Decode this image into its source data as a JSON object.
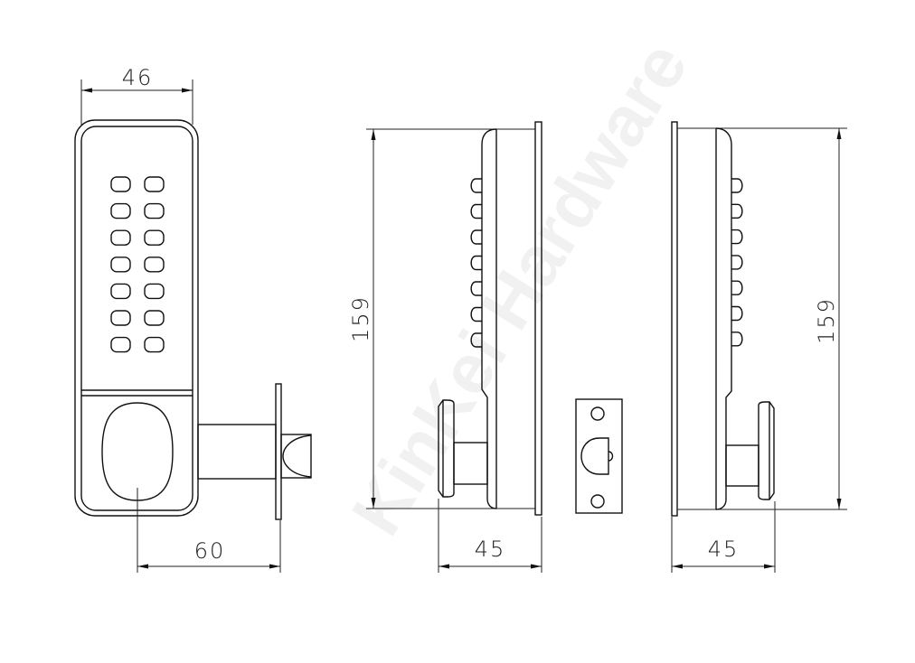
{
  "watermark": "KinKei Hardware",
  "front_view": {
    "width_label": "46",
    "bolt_offset_label": "60",
    "key_rows": 7,
    "key_columns": 2
  },
  "side_view_left": {
    "height_label": "159",
    "depth_label": "45"
  },
  "side_view_right": {
    "height_label": "159",
    "depth_label": "45"
  }
}
